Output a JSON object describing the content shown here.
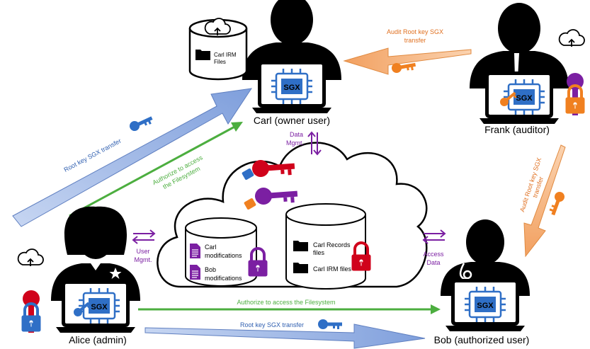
{
  "actors": {
    "carl": {
      "name": "Carl (owner user)"
    },
    "frank": {
      "name": "Frank (auditor)"
    },
    "alice": {
      "name": "Alice (admin)"
    },
    "bob": {
      "name": "Bob (authorized user)"
    }
  },
  "chip_label": "SGX",
  "carl_storage": {
    "line1": "Carl IRM",
    "line2": "Files"
  },
  "cloud": {
    "left_db": {
      "item1_line1": "Carl",
      "item1_line2": "modifications",
      "item2_line1": "Bob",
      "item2_line2": "modifications"
    },
    "right_db": {
      "item1_line1": "Carl Records",
      "item1_line2": "files",
      "item2": "Carl IRM files"
    }
  },
  "arrows": {
    "data_mgmt": {
      "line1": "Data",
      "line2": "Mgmt."
    },
    "user_mgmt": {
      "line1": "User",
      "line2": "Mgmt."
    },
    "access_data": {
      "line1": "Access",
      "line2": "Data"
    },
    "audit_top": {
      "line1": "Audit Root key SGX",
      "line2": "transfer"
    },
    "audit_right": {
      "line1": "Audit Root key SGX",
      "line2": "transfer"
    },
    "root_key_carl": "Root key SGX transfer",
    "authorize_fs_carl": {
      "line1": "Authorize to access",
      "line2": "the Filesystem"
    },
    "authorize_fs_bob": "Authorize to access the Filesystem",
    "root_key_bob": "Root key SGX transfer"
  },
  "colors": {
    "blue_arrow": "#8aa8e0",
    "green": "#4cae3f",
    "orange": "#f4a460",
    "purple": "#7b1fa2",
    "red": "#d0021b",
    "chip_blue": "#2f6fc6"
  }
}
